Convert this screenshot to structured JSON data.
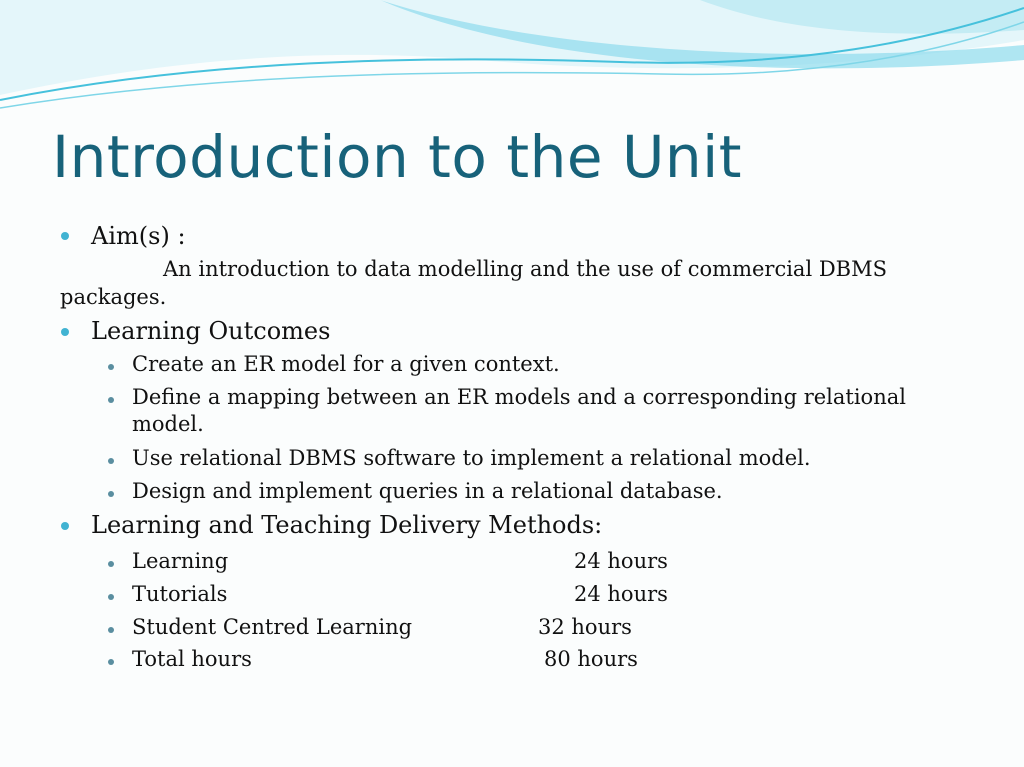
{
  "slide": {
    "title": "Introduction to the Unit",
    "aims": {
      "label": "Aim(s) :",
      "text_line1": "An introduction to data modelling and the use of commercial DBMS",
      "text_line2": "packages."
    },
    "outcomes": {
      "label": "Learning Outcomes",
      "items": [
        "Create an ER model for a given context.",
        "Define a mapping between an ER models and a corresponding relational",
        "model.",
        "Use relational DBMS software to implement a relational model.",
        "Design and implement queries in a relational database."
      ]
    },
    "delivery": {
      "label": "Learning and Teaching Delivery Methods:",
      "rows": [
        {
          "name": "Learning",
          "hours": "24 hours"
        },
        {
          "name": "Tutorials",
          "hours": "24 hours"
        },
        {
          "name": "Student Centred Learning",
          "hours": "32 hours"
        },
        {
          "name": "Total hours",
          "hours": "80 hours"
        }
      ]
    }
  },
  "colors": {
    "title": "#17627a",
    "bullet_level1": "#41b3d2",
    "bullet_level2": "#5a8ea0",
    "wave_light": "#c4ecf4",
    "wave_dark": "#6fd0e6"
  }
}
